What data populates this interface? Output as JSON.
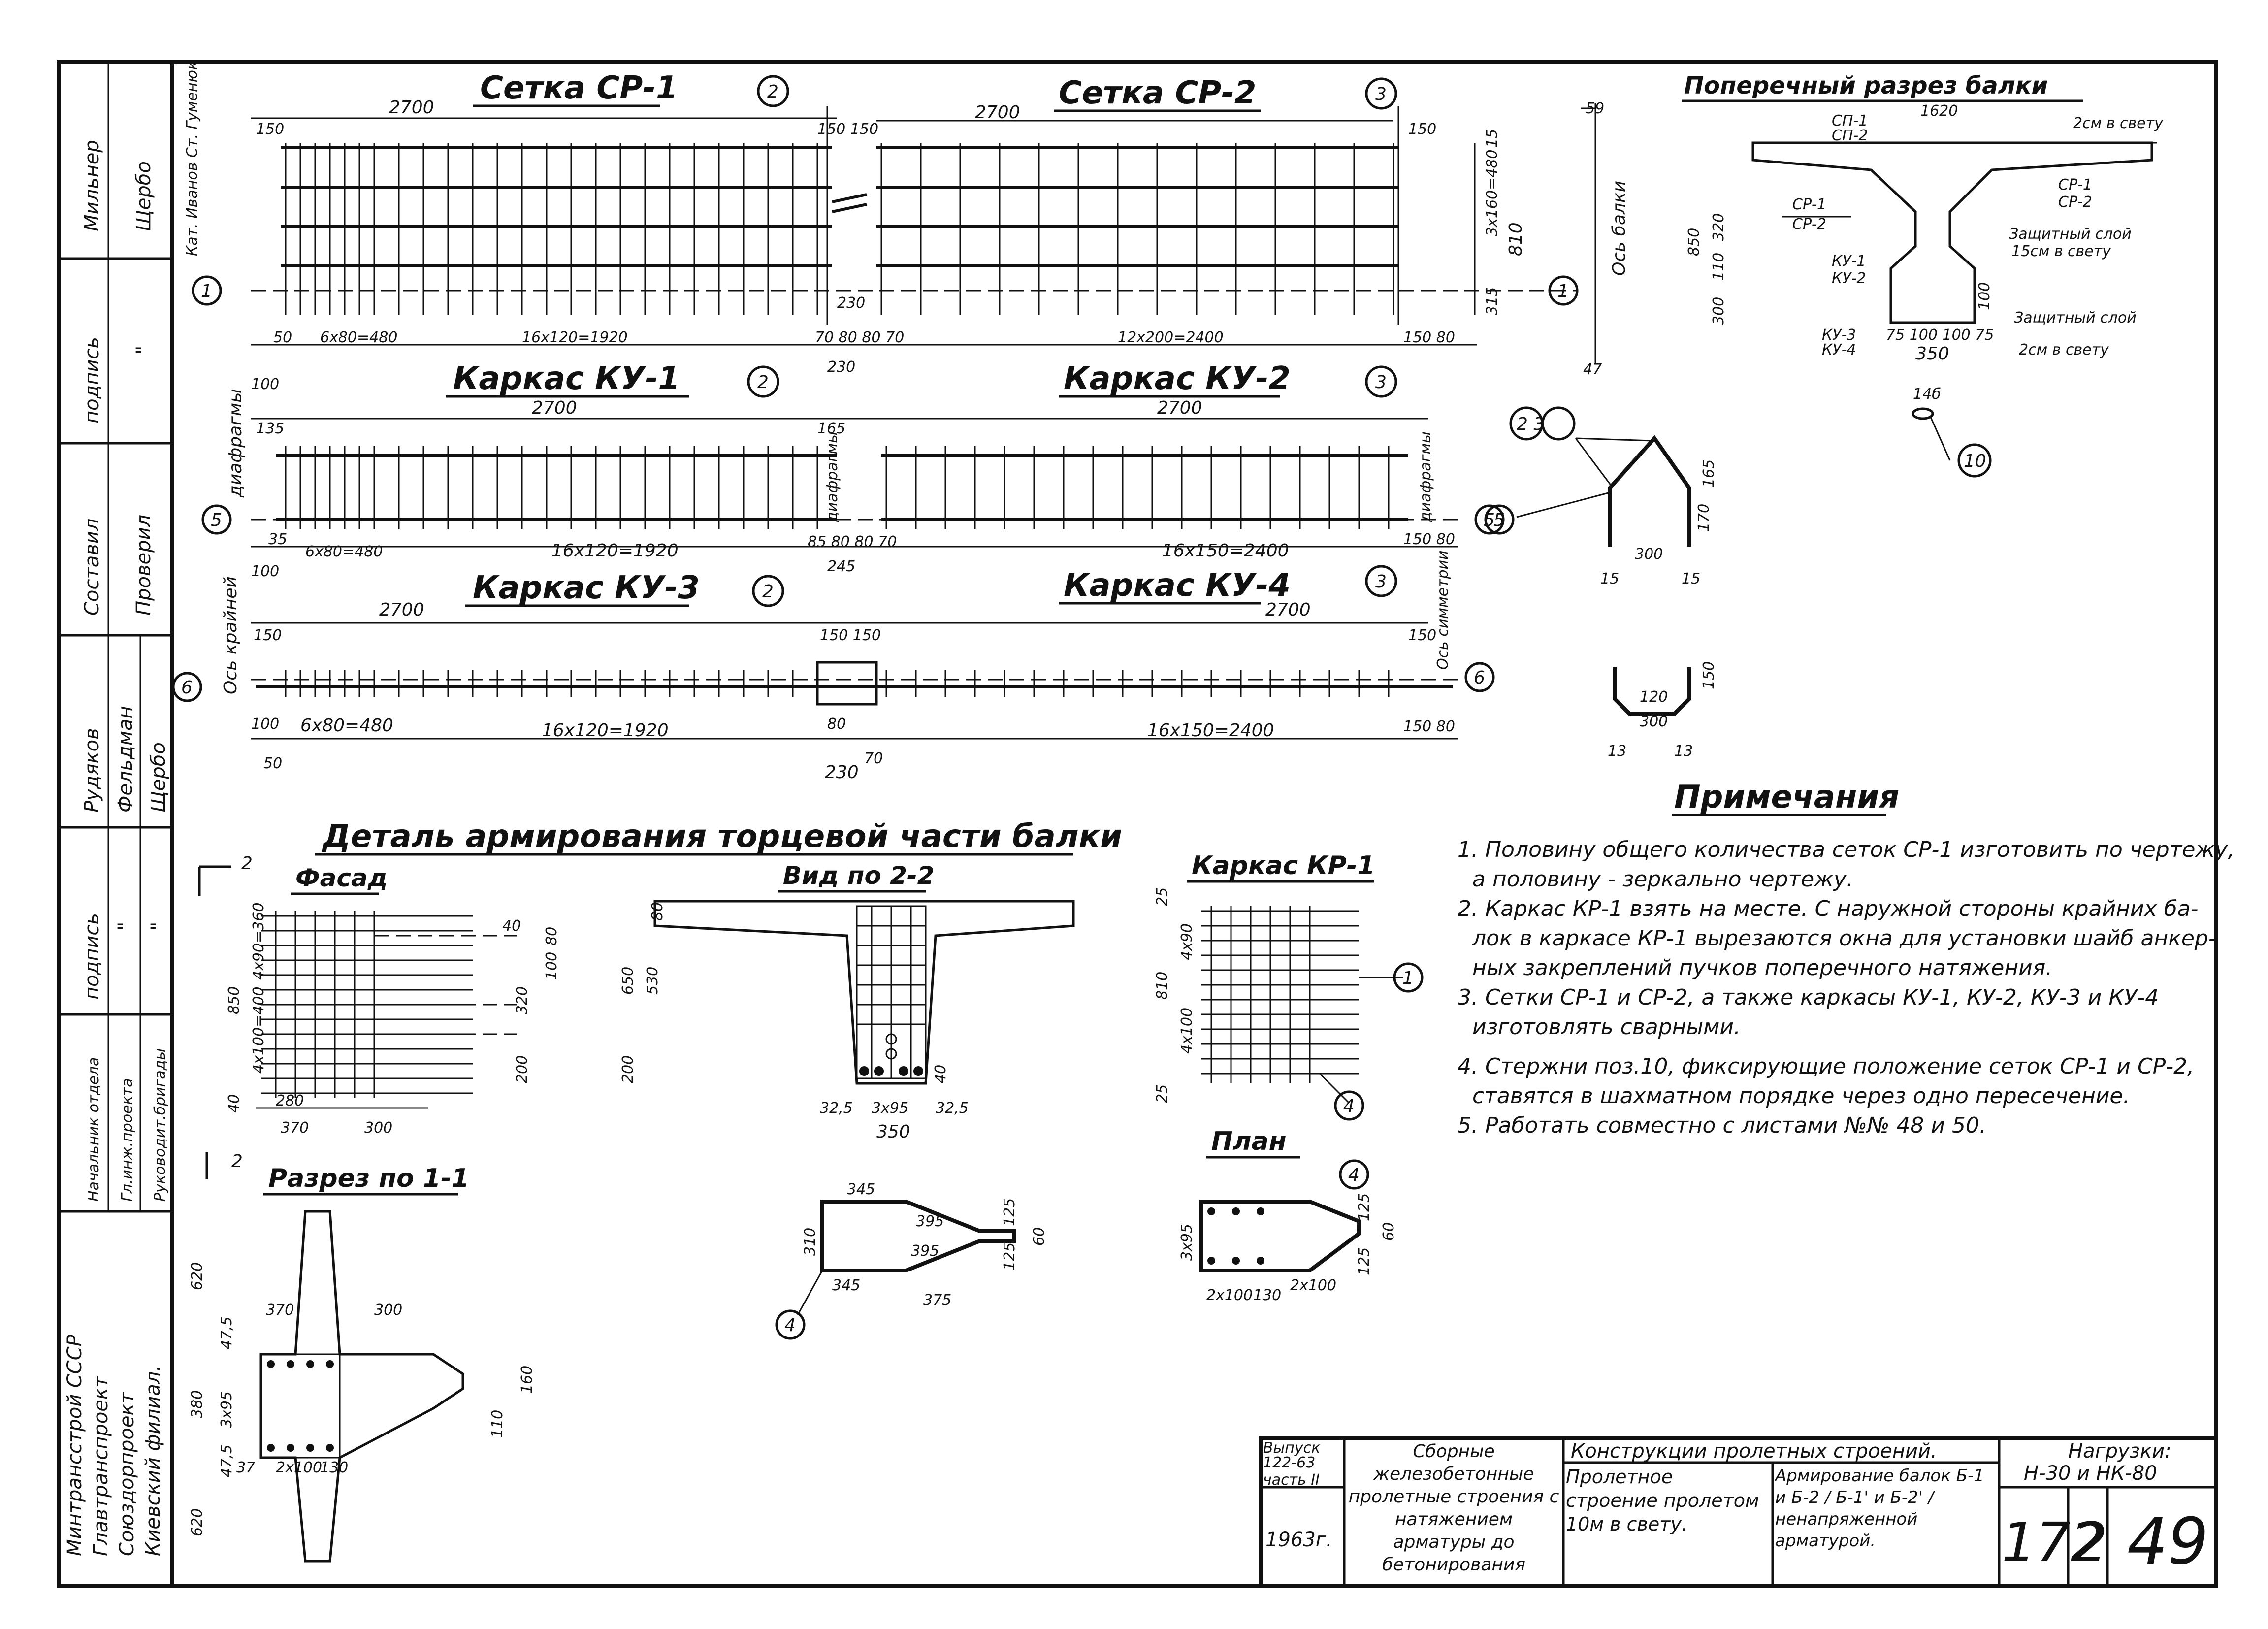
{
  "side_stamp": {
    "r1": [
      "Мильнер",
      "Щербо"
    ],
    "r1_caption": "Кат. Иванов Ст. Гуменюк",
    "r2": [
      "подпись",
      "\""
    ],
    "r3": [
      "Составил",
      "Проверил"
    ],
    "r4": [
      "Рудяков",
      "Фельдман",
      "Щербо"
    ],
    "r5": [
      "подпись",
      "\"",
      "\""
    ],
    "r6": [
      "Начальник отдела",
      "Гл.инж.проекта",
      "Руководит.бригады"
    ],
    "r7": [
      "Минтрансстрой СССР",
      "Главтранспроект",
      "Союздорпроект",
      "Киевский филиал."
    ]
  },
  "mesh": {
    "cp1_title": "Сетка СР-1",
    "cp2_title": "Сетка СР-2",
    "ku1_title": "Каркас КУ-1",
    "ku2_title": "Каркас КУ-2",
    "ku3_title": "Каркас КУ-3",
    "ku4_title": "Каркас КУ-4",
    "len": "2700",
    "d150": "150",
    "d150_150": "150 150",
    "d15": "15",
    "d310_480": "3x160=480",
    "d810": "810",
    "d315": "315",
    "d230": "230",
    "d50": "50",
    "d6x80": "6x80=480",
    "d16x120": "16x120=1920",
    "d12x200": "12x200=2400",
    "d16x150": "16x150=2400",
    "d150_80": "150 80",
    "d100": "100",
    "d135": "135",
    "d35": "35",
    "d165": "165",
    "d85": "85 80 80 70",
    "d245": "245",
    "d50b": "50",
    "d80": "80",
    "d70": "70",
    "d70_20": "70 80 80 70",
    "d150b": "150",
    "d150_150b": "150 150",
    "c1": "1",
    "c2": "2",
    "c3": "3",
    "c5": "5",
    "c6": "6",
    "v_diafr": "диафрагмы",
    "v_krain": "Ось крайней",
    "v_simm": "Ось симметрии",
    "v_diafr2": "диафрагмы",
    "v_axis": "Ось балки",
    "d59": "59",
    "d47": "47"
  },
  "cross_section": {
    "title": "Поперечный разрез балки",
    "d1620": "1620",
    "cn1": "СП-1",
    "cn2": "СП-2",
    "cp1": "СР-1",
    "cp2": "СР-2",
    "cp1b": "СР-1",
    "cp2b": "СР-2",
    "ku1": "КУ-1",
    "ku2": "КУ-2",
    "ku3": "КУ-3",
    "ku4": "КУ-4",
    "d850": "850",
    "d320": "320",
    "d110": "110",
    "d300": "300",
    "d100": "100",
    "d350": "350",
    "d75": "75 100 100 75",
    "prot1": "2см в свету",
    "prot2a": "Защитный слой",
    "prot2b": "15см в свету",
    "prot3a": "Защитный слой",
    "prot3b": "2см в свету",
    "d146": "14б",
    "c10": "10"
  },
  "stirrup": {
    "c23": "2 3",
    "c5": "5",
    "d165": "165",
    "d170": "170",
    "d300": "300",
    "d15": "15",
    "d150": "150",
    "d13": "13",
    "d120": "120",
    "d300b": "300"
  },
  "detail": {
    "title": "Деталь армирования торцевой части балки",
    "fasad": "Фасад",
    "vid": "Вид по 2-2",
    "razrez": "Разрез по 1-1",
    "kr1": "Каркас КР-1",
    "plan": "План",
    "m2": "2",
    "d850": "850",
    "d280": "280",
    "d370": "370",
    "d300": "300",
    "d40": "40",
    "d80": "80",
    "d100": "100",
    "d320": "320",
    "d200": "200",
    "d4x90": "4x90=360",
    "d4x100": "4x100=400",
    "d650": "650",
    "d530": "530",
    "d325": "32,5",
    "d3x95": "3x95",
    "d350": "350",
    "d25": "25",
    "d810": "810",
    "d4x90b": "4x90",
    "d4x100b": "4x100",
    "c1": "1",
    "c4": "4",
    "d345": "345",
    "d310": "310",
    "d395": "395",
    "d125": "125",
    "d60": "60",
    "d375": "375",
    "d620": "620",
    "d380": "380",
    "d475": "47,5",
    "d2x100": "2x100",
    "d130": "130",
    "d110": "110",
    "d160": "160",
    "d37": "37"
  },
  "notes": {
    "title": "Примечания",
    "items": [
      "1. Половину общего количества сеток СР-1 изготовить по чертежу,",
      "а половину - зеркально чертежу.",
      "2. Каркас КР-1 взять на месте. С наружной стороны крайних ба-",
      "лок в каркасе КР-1 вырезаются окна для установки шайб анкер-",
      "ных закреплений пучков поперечного натяжения.",
      "3. Сетки СР-1 и СР-2, а также каркасы КУ-1, КУ-2, КУ-3 и КУ-4",
      "изготовлять сварными.",
      "4. Стержни поз.10, фиксирующие положение сеток СР-1 и СР-2,",
      "ставятся в шахматном порядке через одно пересечение.",
      "5. Работать совместно с листами №№ 48 и 50."
    ]
  },
  "title_block": {
    "vypusk": "Выпуск",
    "vypusk_no": "122-63",
    "chast": "часть II",
    "year": "1963г.",
    "series": "Сборные железобетонные пролетные строения с натяжением арматуры до бетонирования",
    "construction": "Конструкции пролетных строений.",
    "span": "Пролетное строение пролетом 10м в свету.",
    "sheet_desc": "Армирование балок Б-1 и Б-2 / Б-1' и Б-2' / ненапряженной арматурой.",
    "loads_label": "Нагрузки:",
    "loads": "Н-30 и НК-80",
    "no1": "172",
    "no2": "2",
    "no3": "49"
  }
}
